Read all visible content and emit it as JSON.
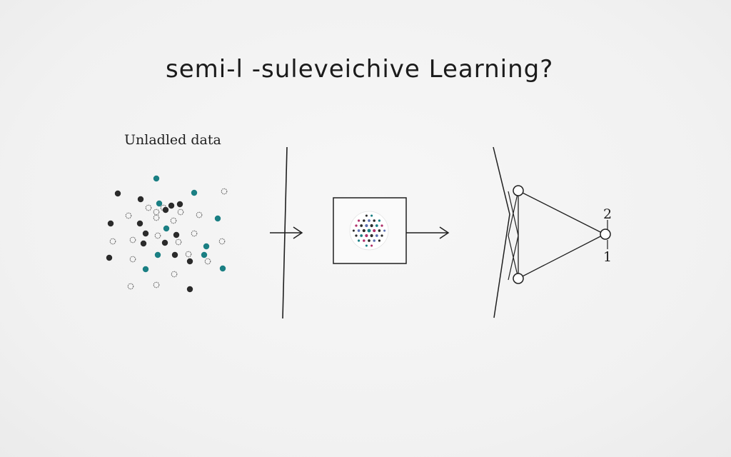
{
  "title": "semi-l -suleveichive Learning?",
  "unlabeled_label": "Unladled data",
  "output_labels": {
    "top": "2",
    "bottom": "1"
  },
  "colors": {
    "ink": "#1f1f1f",
    "dark_dot": "#2b2b2b",
    "teal_dot": "#1a7f83",
    "hollow_dot": "#f4f4f4",
    "magenta_dot": "#b0306a"
  }
}
